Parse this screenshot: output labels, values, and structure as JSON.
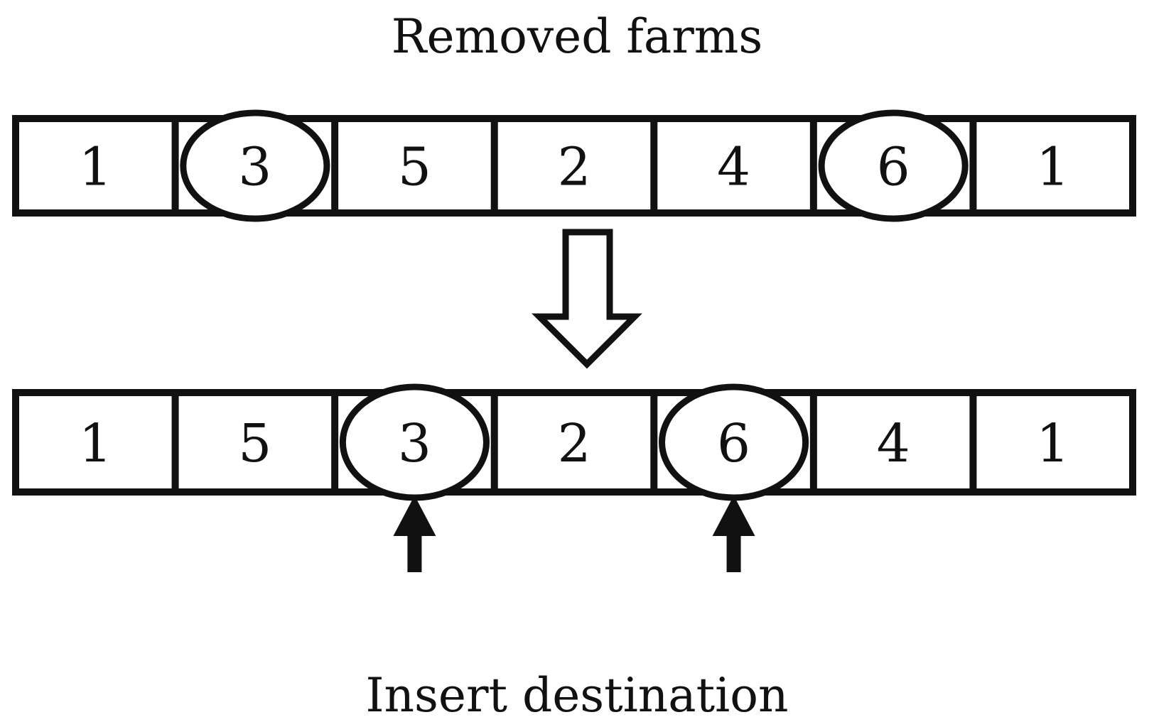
{
  "title": "Removed farms",
  "caption": "Insert destination",
  "top_row": {
    "cells": [
      "1",
      "3",
      "5",
      "2",
      "4",
      "6",
      "1"
    ],
    "circled": [
      1,
      5
    ]
  },
  "bottom_row": {
    "cells": [
      "1",
      "5",
      "3",
      "2",
      "6",
      "4",
      "1"
    ],
    "circled": [
      2,
      4
    ]
  },
  "insert_markers": [
    2,
    4
  ],
  "colors": {
    "stroke": "#111111",
    "background": "#ffffff"
  }
}
